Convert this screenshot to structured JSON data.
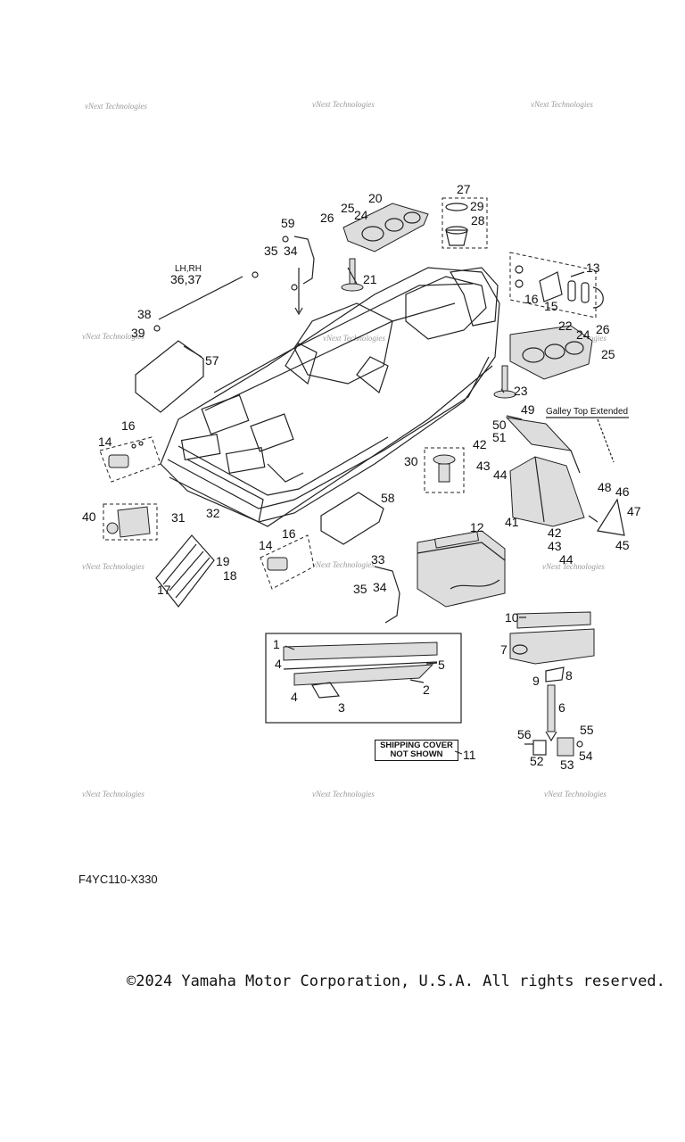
{
  "watermarks": [
    {
      "text": "vNext Technologies"
    },
    {
      "text": "vNext Technologies"
    },
    {
      "text": "vNext Technologies"
    },
    {
      "text": "vNext Technologies"
    },
    {
      "text": "vNext Technologies"
    },
    {
      "text": "vNext Technologies"
    },
    {
      "text": "vNext Technologies"
    },
    {
      "text": "vNext Technologies"
    },
    {
      "text": "vNext Technologies"
    },
    {
      "text": "vNext Technologies"
    },
    {
      "text": "vNext Technologies"
    },
    {
      "text": "vNext Technologies"
    }
  ],
  "labels": {
    "lh_rh": "LH,RH",
    "galley": "Galley Top Extended",
    "shipping_line1": "SHIPPING COVER",
    "shipping_line2": "NOT SHOWN",
    "shipping_num": "11",
    "diagram_code": "F4YC110-X330",
    "copyright": "©2024 Yamaha Motor Corporation, U.S.A. All rights reserved."
  },
  "callouts": [
    {
      "text": "20"
    },
    {
      "text": "25"
    },
    {
      "text": "24"
    },
    {
      "text": "26"
    },
    {
      "text": "27"
    },
    {
      "text": "29"
    },
    {
      "text": "28"
    },
    {
      "text": "59"
    },
    {
      "text": "35"
    },
    {
      "text": "34"
    },
    {
      "text": "36,37"
    },
    {
      "text": "21"
    },
    {
      "text": "13"
    },
    {
      "text": "16"
    },
    {
      "text": "15"
    },
    {
      "text": "38"
    },
    {
      "text": "39"
    },
    {
      "text": "22"
    },
    {
      "text": "24"
    },
    {
      "text": "26"
    },
    {
      "text": "25"
    },
    {
      "text": "57"
    },
    {
      "text": "23"
    },
    {
      "text": "49"
    },
    {
      "text": "50"
    },
    {
      "text": "51"
    },
    {
      "text": "16"
    },
    {
      "text": "14"
    },
    {
      "text": "42"
    },
    {
      "text": "30"
    },
    {
      "text": "43"
    },
    {
      "text": "44"
    },
    {
      "text": "48"
    },
    {
      "text": "46"
    },
    {
      "text": "47"
    },
    {
      "text": "41"
    },
    {
      "text": "40"
    },
    {
      "text": "31"
    },
    {
      "text": "32"
    },
    {
      "text": "58"
    },
    {
      "text": "12"
    },
    {
      "text": "45"
    },
    {
      "text": "42"
    },
    {
      "text": "43"
    },
    {
      "text": "44"
    },
    {
      "text": "16"
    },
    {
      "text": "14"
    },
    {
      "text": "19"
    },
    {
      "text": "18"
    },
    {
      "text": "17"
    },
    {
      "text": "33"
    },
    {
      "text": "35"
    },
    {
      "text": "34"
    },
    {
      "text": "10"
    },
    {
      "text": "7"
    },
    {
      "text": "1"
    },
    {
      "text": "4"
    },
    {
      "text": "5"
    },
    {
      "text": "2"
    },
    {
      "text": "4"
    },
    {
      "text": "3"
    },
    {
      "text": "9"
    },
    {
      "text": "8"
    },
    {
      "text": "6"
    },
    {
      "text": "56"
    },
    {
      "text": "55"
    },
    {
      "text": "52"
    },
    {
      "text": "53"
    },
    {
      "text": "54"
    }
  ]
}
